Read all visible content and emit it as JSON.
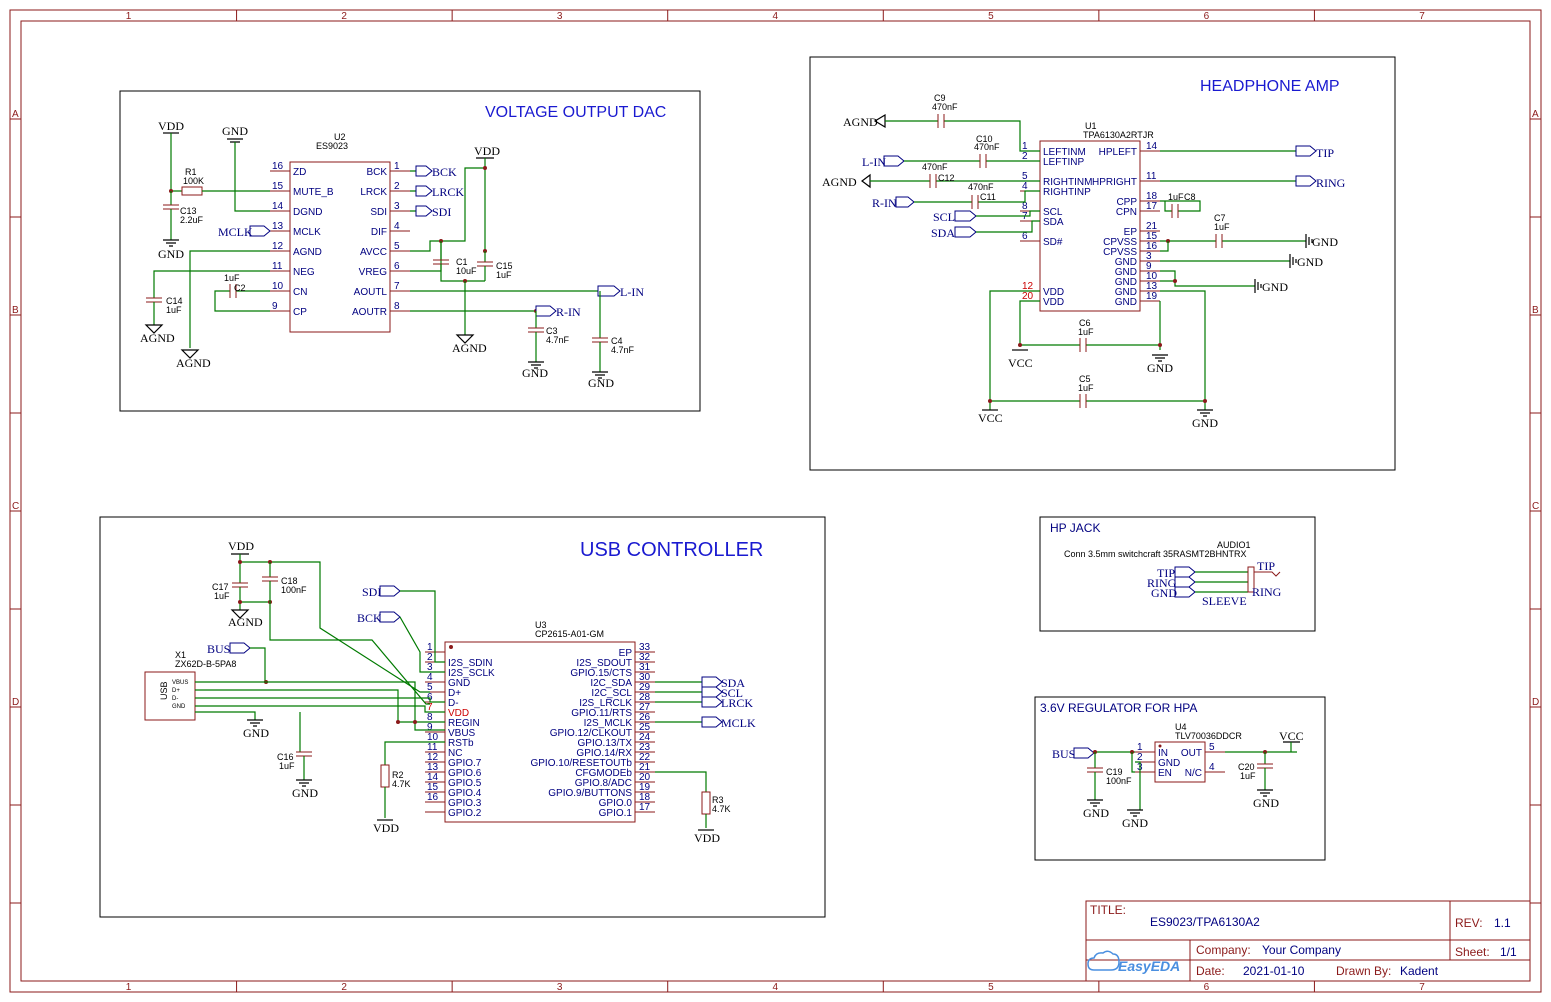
{
  "frame": {
    "cols": [
      "1",
      "2",
      "3",
      "4",
      "5",
      "6",
      "7"
    ],
    "rows": [
      "A",
      "B",
      "C",
      "D"
    ]
  },
  "sections": {
    "dac": "VOLTAGE OUTPUT DAC",
    "hpa": "HEADPHONE AMP",
    "usb": "USB CONTROLLER",
    "jack": "HP JACK",
    "reg": "3.6V REGULATOR FOR HPA"
  },
  "dac": {
    "ref": "U2",
    "part": "ES9023",
    "left_pins": [
      {
        "num": "16",
        "name": "ZD"
      },
      {
        "num": "15",
        "name": "MUTE_B"
      },
      {
        "num": "14",
        "name": "DGND"
      },
      {
        "num": "13",
        "name": "MCLK"
      },
      {
        "num": "12",
        "name": "AGND"
      },
      {
        "num": "11",
        "name": "NEG"
      },
      {
        "num": "10",
        "name": "CN"
      },
      {
        "num": "9",
        "name": "CP"
      }
    ],
    "right_pins": [
      {
        "num": "1",
        "name": "BCK"
      },
      {
        "num": "2",
        "name": "LRCK"
      },
      {
        "num": "3",
        "name": "SDI"
      },
      {
        "num": "4",
        "name": "DIF"
      },
      {
        "num": "5",
        "name": "AVCC"
      },
      {
        "num": "6",
        "name": "VREG"
      },
      {
        "num": "7",
        "name": "AOUTL"
      },
      {
        "num": "8",
        "name": "AOUTR"
      }
    ],
    "r1": {
      "ref": "R1",
      "val": "100K"
    },
    "c13": {
      "ref": "C13",
      "val": "2.2uF"
    },
    "c14": {
      "ref": "C14",
      "val": "1uF"
    },
    "c2": {
      "ref": "C2",
      "val": "1uF"
    },
    "c1": {
      "ref": "C1",
      "val": "10uF"
    },
    "c15": {
      "ref": "C15",
      "val": "1uF"
    },
    "c3": {
      "ref": "C3",
      "val": "4.7nF"
    },
    "c4": {
      "ref": "C4",
      "val": "4.7nF"
    },
    "nets": {
      "bck": "BCK",
      "lrck": "LRCK",
      "sdi": "SDI",
      "mclk": "MCLK",
      "lin": "L-IN",
      "rin": "R-IN"
    },
    "power": {
      "vdd": "VDD",
      "gnd": "GND",
      "agnd": "AGND"
    }
  },
  "hpa": {
    "ref": "U1",
    "part": "TPA6130A2RTJR",
    "left_pins": [
      {
        "num": "1",
        "name": "LEFTINM"
      },
      {
        "num": "2",
        "name": "LEFTINP"
      },
      {
        "num": "5",
        "name": "RIGHTINM"
      },
      {
        "num": "4",
        "name": "RIGHTINP"
      },
      {
        "num": "8",
        "name": "SCL"
      },
      {
        "num": "7",
        "name": "SDA"
      },
      {
        "num": "6",
        "name": "SD#"
      },
      {
        "num": "12",
        "name": "VDD"
      },
      {
        "num": "20",
        "name": "VDD"
      }
    ],
    "right_pins": [
      {
        "num": "14",
        "name": "HPLEFT"
      },
      {
        "num": "11",
        "name": "HPRIGHT"
      },
      {
        "num": "18",
        "name": "CPP"
      },
      {
        "num": "17",
        "name": "CPN"
      },
      {
        "num": "21",
        "name": "EP"
      },
      {
        "num": "15",
        "name": "CPVSS"
      },
      {
        "num": "16",
        "name": "CPVSS"
      },
      {
        "num": "3",
        "name": "GND"
      },
      {
        "num": "9",
        "name": "GND"
      },
      {
        "num": "10",
        "name": "GND"
      },
      {
        "num": "13",
        "name": "GND"
      },
      {
        "num": "19",
        "name": "GND"
      }
    ],
    "c9": {
      "ref": "C9",
      "val": "470nF"
    },
    "c10": {
      "ref": "C10",
      "val": "470nF"
    },
    "c12": {
      "ref": "C12",
      "val": "470nF"
    },
    "c11": {
      "ref": "C11",
      "val": "470nF"
    },
    "c8": {
      "ref": "C8",
      "val": "1uF"
    },
    "c7": {
      "ref": "C7",
      "val": "1uF"
    },
    "c6": {
      "ref": "C6",
      "val": "1uF"
    },
    "c5": {
      "ref": "C5",
      "val": "1uF"
    },
    "nets": {
      "tip": "TIP",
      "ring": "RING",
      "lin": "L-IN",
      "rin": "R-IN",
      "scl": "SCL",
      "sda": "SDA"
    },
    "power": {
      "agnd": "AGND",
      "gnd": "GND",
      "vcc": "VCC"
    }
  },
  "usb": {
    "ref": "U3",
    "part": "CP2615-A01-GM",
    "left_pins": [
      {
        "num": "1",
        "name": "",
        "red": false
      },
      {
        "num": "2",
        "name": "I2S_SDIN",
        "red": false
      },
      {
        "num": "3",
        "name": "I2S_SCLK",
        "red": false
      },
      {
        "num": "4",
        "name": "GND",
        "red": false
      },
      {
        "num": "5",
        "name": "D+",
        "red": false
      },
      {
        "num": "6",
        "name": "D-",
        "red": false
      },
      {
        "num": "7",
        "name": "VDD",
        "red": true
      },
      {
        "num": "8",
        "name": "REGIN",
        "red": false
      },
      {
        "num": "9",
        "name": "VBUS",
        "red": false
      },
      {
        "num": "10",
        "name": "RSTb",
        "red": false
      },
      {
        "num": "11",
        "name": "NC",
        "red": false
      },
      {
        "num": "12",
        "name": "GPIO.7",
        "red": false
      },
      {
        "num": "13",
        "name": "GPIO.6",
        "red": false
      },
      {
        "num": "14",
        "name": "GPIO.5",
        "red": false
      },
      {
        "num": "15",
        "name": "GPIO.4",
        "red": false
      },
      {
        "num": "16",
        "name": "GPIO.3",
        "red": false
      },
      {
        "num": "",
        "name": "GPIO.2",
        "red": false
      }
    ],
    "right_pins": [
      {
        "num": "33",
        "name": "EP"
      },
      {
        "num": "32",
        "name": "I2S_SDOUT"
      },
      {
        "num": "31",
        "name": "GPIO.15/CTS"
      },
      {
        "num": "30",
        "name": "I2C_SDA"
      },
      {
        "num": "29",
        "name": "I2C_SCL"
      },
      {
        "num": "28",
        "name": "I2S_LRCLK"
      },
      {
        "num": "27",
        "name": "GPIO.11/RTS"
      },
      {
        "num": "26",
        "name": "I2S_MCLK"
      },
      {
        "num": "25",
        "name": "GPIO.12/CLKOUT"
      },
      {
        "num": "24",
        "name": "GPIO.13/TX"
      },
      {
        "num": "23",
        "name": "GPIO.14/RX"
      },
      {
        "num": "22",
        "name": "GPIO.10/RESETOUTb"
      },
      {
        "num": "21",
        "name": "CFGMODEb"
      },
      {
        "num": "20",
        "name": "GPIO.8/ADC"
      },
      {
        "num": "19",
        "name": "GPIO.9/BUTTONS"
      },
      {
        "num": "18",
        "name": "GPIO.0"
      },
      {
        "num": "17",
        "name": "GPIO.1"
      }
    ],
    "x1": {
      "ref": "X1",
      "part": "ZX62D-B-5PA8",
      "label": "USB",
      "pins": [
        "VBUS",
        "D+",
        "D-",
        "GND"
      ]
    },
    "c17": {
      "ref": "C17",
      "val": "1uF"
    },
    "c18": {
      "ref": "C18",
      "val": "100nF"
    },
    "c16": {
      "ref": "C16",
      "val": "1uF"
    },
    "r2": {
      "ref": "R2",
      "val": "4.7K"
    },
    "r3": {
      "ref": "R3",
      "val": "4.7K"
    },
    "nets": {
      "sdi": "SDI",
      "bck": "BCK",
      "bus": "BUS",
      "sda": "SDA",
      "scl": "SCL",
      "lrck": "LRCK",
      "mclk": "MCLK"
    },
    "power": {
      "vdd": "VDD",
      "agnd": "AGND",
      "gnd": "GND"
    }
  },
  "jack": {
    "ref": "AUDIO1",
    "part": "Conn 3.5mm switchcraft 35RASMT2BHNTRX",
    "nets": [
      "TIP",
      "RING",
      "GND"
    ],
    "labels": {
      "tip": "TIP",
      "ring": "RING",
      "sleeve": "SLEEVE"
    }
  },
  "reg": {
    "ref": "U4",
    "part": "TLV70036DDCR",
    "left_pins": [
      {
        "num": "1",
        "name": "IN"
      },
      {
        "num": "2",
        "name": "GND"
      },
      {
        "num": "3",
        "name": "EN"
      }
    ],
    "right_pins": [
      {
        "num": "5",
        "name": "OUT"
      },
      {
        "num": "4",
        "name": "N/C"
      }
    ],
    "c19": {
      "ref": "C19",
      "val": "100nF"
    },
    "c20": {
      "ref": "C20",
      "val": "1uF"
    },
    "nets": {
      "bus": "BUS"
    },
    "power": {
      "vcc": "VCC",
      "gnd": "GND"
    }
  },
  "titleblock": {
    "title_label": "TITLE:",
    "title": "ES9023/TPA6130A2",
    "rev_label": "REV:",
    "rev": "1.1",
    "company_label": "Company:",
    "company": "Your Company",
    "sheet_label": "Sheet:",
    "sheet": "1/1",
    "date_label": "Date:",
    "date": "2021-01-10",
    "drawn_label": "Drawn By:",
    "drawn": "Kadent",
    "logo": "EasyEDA"
  }
}
